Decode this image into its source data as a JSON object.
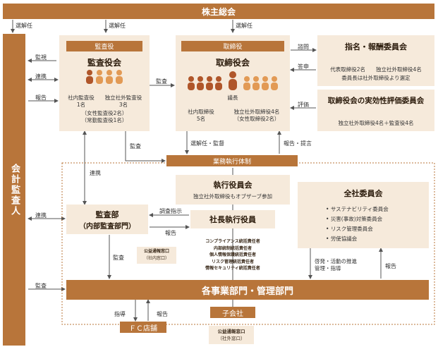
{
  "top_bar": "株主総会",
  "auditor_bar": "会計監査人",
  "audit_board": {
    "header": "監査役",
    "title": "監査役会",
    "col1_line1": "社内監査役",
    "col1_line2": "1名",
    "col2_line1": "独立社外監査役",
    "col2_line2": "3名",
    "note1": "（女性監査役2名）",
    "note2": "（常勤監査役1名）"
  },
  "board": {
    "header": "取締役",
    "title": "取締役会",
    "chair": "議長",
    "col1_line1": "社内取締役",
    "col1_line2": "5名",
    "col2_line1": "独立社外取締役4名",
    "col2_line2": "（女性取締役2名）"
  },
  "nomination": {
    "title": "指名・報酬委員会",
    "line1": "代表取締役2名　　独立社外取締役4名",
    "line2": "委員長は社外取締役より選定"
  },
  "effectiveness": {
    "title": "取締役会の実効性評価委員会",
    "line1": "独立社外取締役4名＋監査役4名"
  },
  "execution_bar": "業務執行体制",
  "exec_committee": {
    "title": "執行役員会",
    "sub": "独立社外取締役もオブザーブ参加"
  },
  "all_committee": {
    "title": "全社委員会",
    "items": [
      "サステナビリティ委員会",
      "災害(事故)対策委員会",
      "リスク管理委員会",
      "労使協議会"
    ]
  },
  "internal_audit": {
    "line1": "監査部",
    "line2": "（内部監査部門）"
  },
  "president": "社長執行役員",
  "officers": [
    "コンプライアンス統括責任者",
    "内部統制統括責任者",
    "個人情報保護統括責任者",
    "リスク管理統括責任者",
    "情報セキュリティ統括責任者"
  ],
  "whistle_internal": {
    "line1": "公益通報窓口",
    "line2": "（社内窓口）"
  },
  "whistle_external": {
    "line1": "公益通報窓口",
    "line2": "（社外窓口）"
  },
  "departments": "各事業部門・管理部門",
  "subsidiary": "子会社",
  "fc": "ＦＣ店舗",
  "labels": {
    "elect1": "選解任",
    "elect2": "選解任",
    "elect3": "選解任",
    "monitor": "監視",
    "cooperate1": "連携",
    "report1": "報告",
    "audit_to_board": "監査",
    "consult": "諮問",
    "answer": "答申",
    "evaluate": "評価",
    "audit_down": "監査",
    "cooperate2": "連携",
    "elect_supervise": "選解任・監督",
    "report_propose": "報告・提言",
    "cooperate3": "連携",
    "audit_instruction": "調査指示",
    "report2": "報告",
    "audit_depts": "監査",
    "audit_left": "監査",
    "promote1": "啓発・活動の推進",
    "promote2": "管理・指導",
    "report3": "報告",
    "guide": "指導",
    "report4": "報告"
  },
  "colors": {
    "brand": "#b8753a",
    "panel": "#f6eadb",
    "person_dark": "#b0562a",
    "person_light": "#e29a55"
  }
}
